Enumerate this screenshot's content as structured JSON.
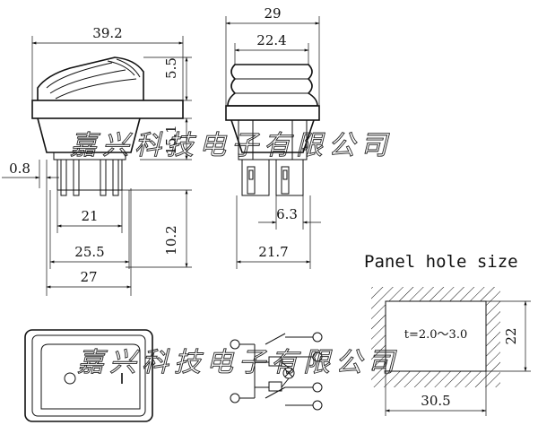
{
  "front_view": {
    "dims": {
      "width_top": "39.2",
      "height_cap": "5.5",
      "height_body": "15.1",
      "offset_left": "0.8",
      "height_terminal": "10.2",
      "width_21": "21",
      "width_25": "25.5",
      "width_27": "27"
    }
  },
  "side_view": {
    "dims": {
      "width_top": "29",
      "width_cap": "22.4",
      "terminal_width": "6.3",
      "width_bottom": "21.7"
    }
  },
  "panel": {
    "title": "Panel hole size",
    "thickness": "t=2.0～3.0",
    "width": "30.5",
    "height": "22"
  },
  "watermark": "嘉兴科技电子有限公司"
}
